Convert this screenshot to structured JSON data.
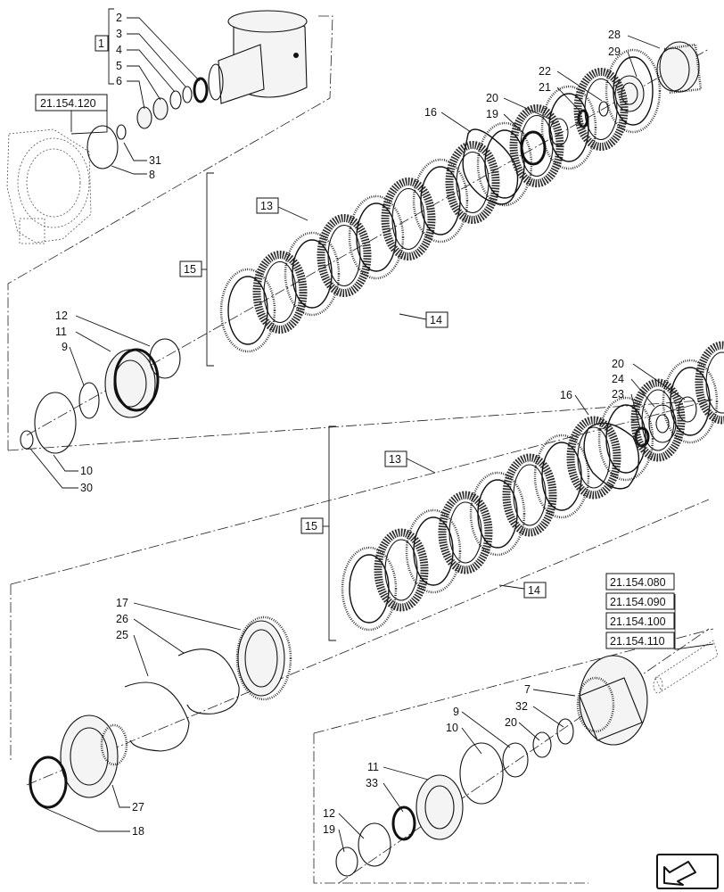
{
  "callouts": {
    "n1": "1",
    "n2": "2",
    "n3": "3",
    "n4": "4",
    "n5": "5",
    "n6": "6",
    "n8": "8",
    "n31": "31",
    "n16a": "16",
    "n19a": "19",
    "n20a": "20",
    "n21": "21",
    "n22": "22",
    "n28": "28",
    "n29": "29",
    "n13a": "13",
    "n14a": "14",
    "n15a": "15",
    "n12a": "12",
    "n11a": "11",
    "n9a": "9",
    "n10a": "10",
    "n30": "30",
    "n20b": "20",
    "n24": "24",
    "n23": "23",
    "n16b": "16",
    "n13b": "13",
    "n14b": "14",
    "n15b": "15",
    "n17": "17",
    "n26": "26",
    "n25": "25",
    "n27": "27",
    "n18": "18",
    "n7": "7",
    "n32": "32",
    "n20c": "20",
    "n9b": "9",
    "n10b": "10",
    "n11b": "11",
    "n33": "33",
    "n12b": "12",
    "n19b": "19"
  },
  "references": {
    "housing": "21.154.120",
    "shaft_group": [
      "21.154.080",
      "21.154.090",
      "21.154.100",
      "21.154.110"
    ]
  },
  "nav_icon": "next-page-arrow-icon"
}
